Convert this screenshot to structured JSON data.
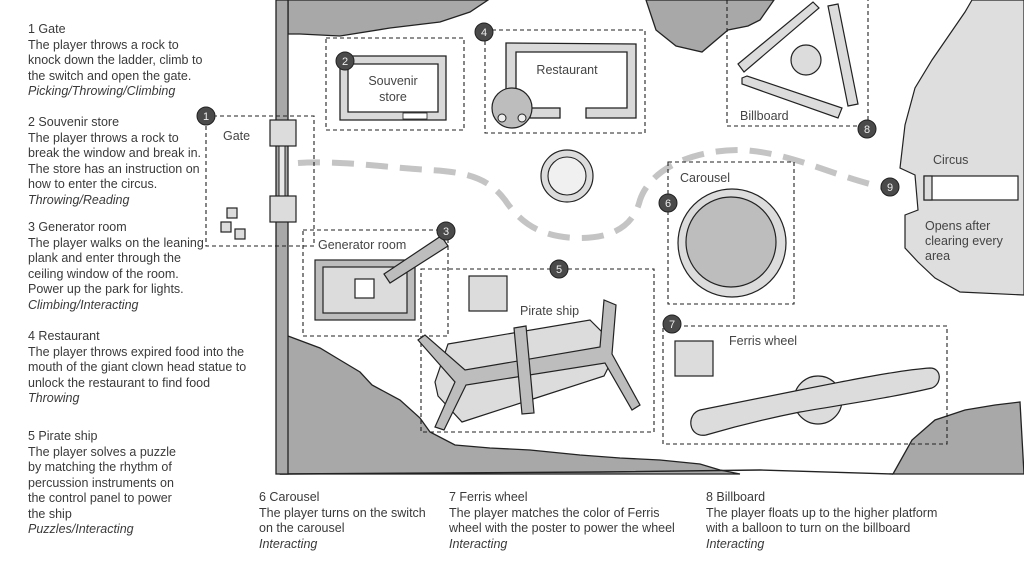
{
  "descriptions": [
    {
      "title": "1 Gate",
      "body": [
        "The player throws a rock to",
        "knock down the ladder, climb to",
        "the switch and open the gate."
      ],
      "tags": "Picking/Throwing/Climbing"
    },
    {
      "title": "2 Souvenir store",
      "body": [
        "The player throws a rock to",
        "break the window and break in.",
        "The store has an instruction on",
        "how to enter the circus."
      ],
      "tags": "Throwing/Reading"
    },
    {
      "title": "3 Generator room",
      "body": [
        "The player walks on the leaning",
        "plank and enter through the",
        "ceiling window of the room.",
        "Power up the park for lights."
      ],
      "tags": "Climbing/Interacting"
    },
    {
      "title": "4 Restaurant",
      "body": [
        "The player throws expired food into the",
        "mouth of the giant clown head statue to",
        "unlock the restaurant to find food"
      ],
      "tags": "Throwing"
    },
    {
      "title": "5 Pirate ship",
      "body": [
        "The player solves a puzzle",
        "by matching the rhythm of",
        "percussion instruments on",
        "the control panel to power",
        "the ship"
      ],
      "tags": "Puzzles/Interacting"
    },
    {
      "title": "6 Carousel",
      "body": [
        "The player turns on the switch",
        "on the carousel"
      ],
      "tags": "Interacting"
    },
    {
      "title": "7 Ferris wheel",
      "body": [
        "The player matches the color of Ferris",
        "wheel with the poster to power the wheel"
      ],
      "tags": "Interacting"
    },
    {
      "title": "8 Billboard",
      "body": [
        "The player floats up to the higher platform",
        "with a balloon to turn on the billboard"
      ],
      "tags": "Interacting"
    }
  ],
  "map": {
    "areas": [
      {
        "number": "1",
        "label": "Gate"
      },
      {
        "number": "2",
        "label_lines": [
          "Souvenir",
          "store"
        ]
      },
      {
        "number": "3",
        "label": "Generator room"
      },
      {
        "number": "4",
        "label": "Restaurant"
      },
      {
        "number": "5",
        "label": "Pirate ship"
      },
      {
        "number": "6",
        "label": "Carousel"
      },
      {
        "number": "7",
        "label": "Ferris wheel"
      },
      {
        "number": "8",
        "label": "Billboard"
      },
      {
        "number": "9",
        "label": "Circus",
        "note_lines": [
          "Opens after",
          "clearing every",
          "area"
        ]
      }
    ]
  },
  "colors": {
    "rock": "#a8a8a8",
    "structure": "#d9d9d9",
    "badge": "#4a4a4a",
    "path": "#c4c4c4",
    "circus_ground": "#dedede"
  }
}
